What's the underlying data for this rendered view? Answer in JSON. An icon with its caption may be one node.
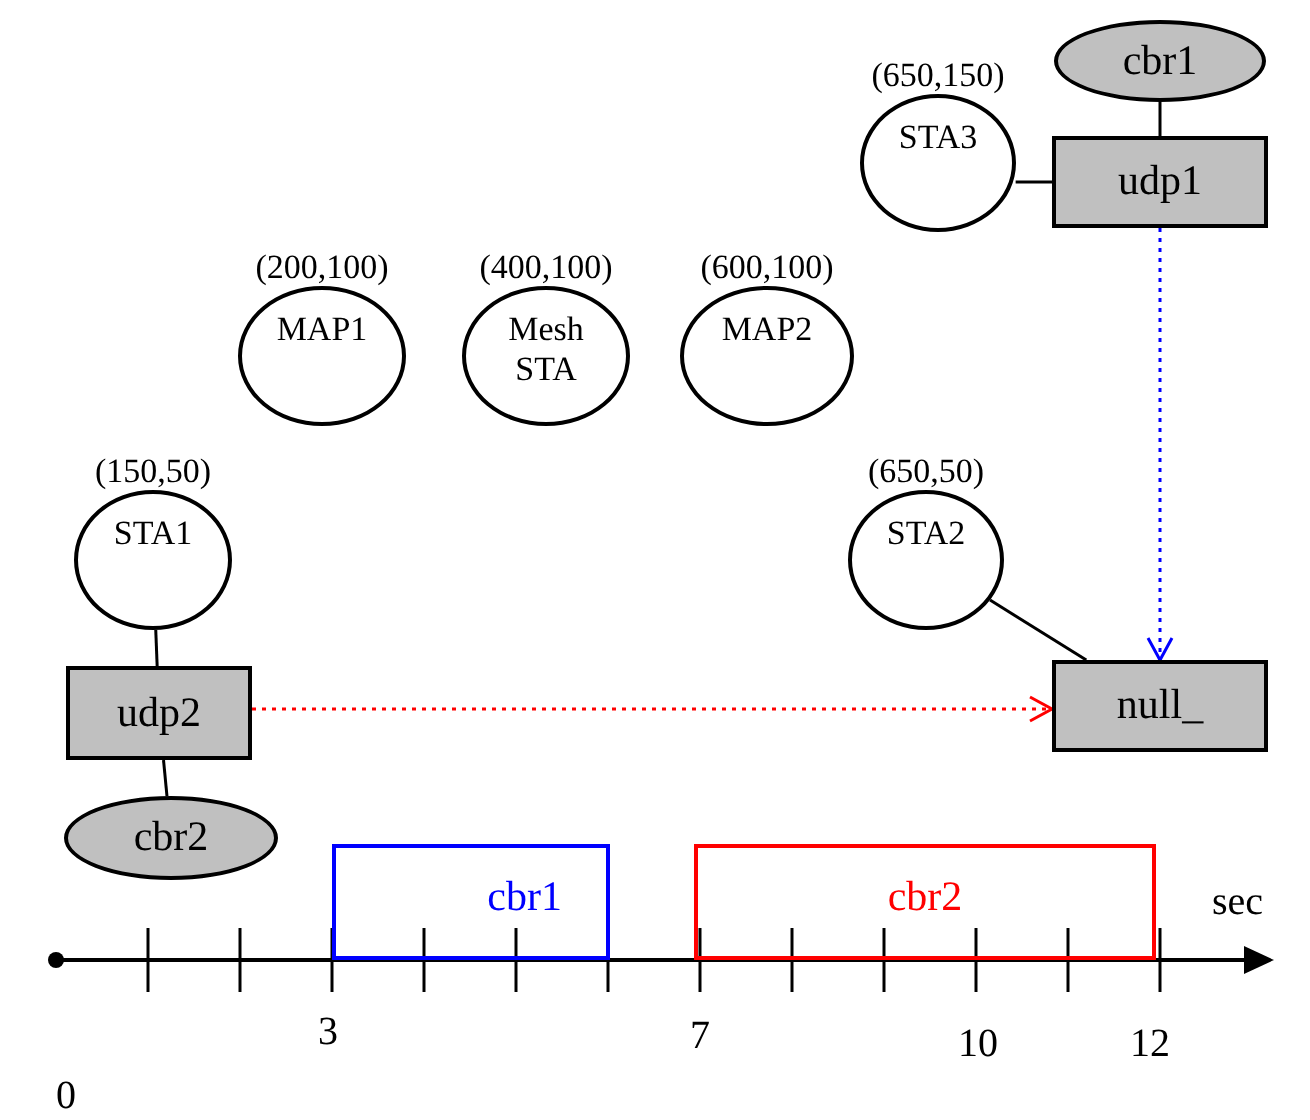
{
  "diagram": {
    "nodes": [
      {
        "text": [
          "cbr1"
        ]
      },
      {
        "text": [
          "STA3"
        ],
        "beside": [
          "(650,150)"
        ]
      },
      {
        "text": [
          "udp1"
        ]
      },
      {
        "text": [
          "MAP1"
        ],
        "beside": [
          "(200,100)"
        ]
      },
      {
        "text": [
          "Mesh STA"
        ],
        "beside": [
          "(400,100)"
        ]
      },
      {
        "text": [
          "MAP2"
        ],
        "beside": [
          "(600,100)"
        ]
      },
      {
        "text": [
          "STA1"
        ],
        "beside": [
          "(150,50)"
        ]
      },
      {
        "text": [
          "STA2"
        ],
        "beside": [
          "(650,50)"
        ]
      },
      {
        "text": [
          "udp2"
        ]
      },
      {
        "text": [
          "null_"
        ]
      },
      {
        "text": [
          "cbr2"
        ]
      },
      {
        "text": [
          "cbr1"
        ]
      },
      {
        "text": [
          "cbr2"
        ]
      }
    ],
    "edges": [
      {
        "from": 0,
        "to": 2,
        "arrow": "none"
      },
      {
        "from": 1,
        "to": 2,
        "arrow": "none"
      },
      {
        "from": 2,
        "to": 9,
        "arrow": "to",
        "style": "dashed",
        "color": "#0000ff"
      },
      {
        "from": 6,
        "to": 8,
        "arrow": "none"
      },
      {
        "from": 8,
        "to": 10,
        "arrow": "none"
      },
      {
        "from": 7,
        "to": 9,
        "arrow": "none"
      },
      {
        "from": 8,
        "to": 9,
        "arrow": "to",
        "style": "dashed",
        "color": "#ff0000"
      }
    ],
    "labels": [
      "sec",
      "3",
      "7",
      "10",
      "12",
      "0"
    ]
  }
}
